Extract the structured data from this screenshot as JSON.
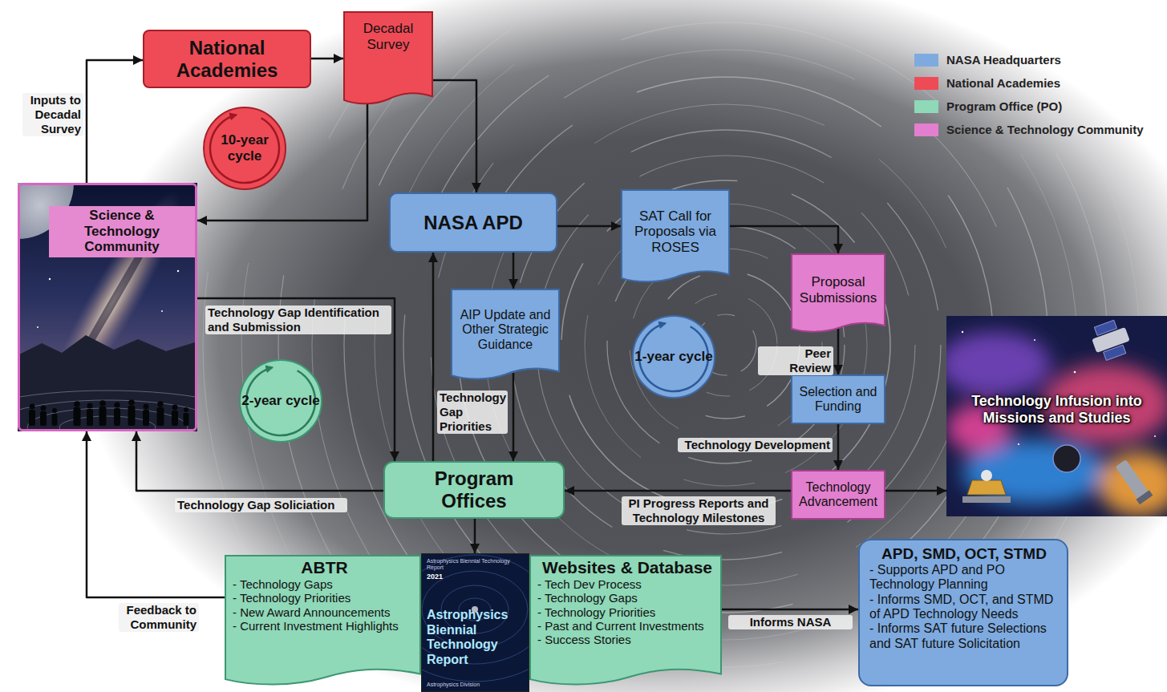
{
  "diagram": {
    "nodes": [
      {
        "text": [
          "National Academies"
        ]
      },
      {
        "text": [
          "Decadal Survey"
        ]
      },
      {
        "text": [
          "10-year cycle"
        ]
      },
      {
        "text": [
          "Science & Technology Community"
        ]
      },
      {
        "text": [
          "NASA APD"
        ]
      },
      {
        "text": [
          "SAT Call for Proposals via ROSES"
        ]
      },
      {
        "text": [
          "Proposal Submissions"
        ]
      },
      {
        "text": [
          "AIP Update and Other Strategic Guidance"
        ]
      },
      {
        "text": [
          "2-year cycle"
        ]
      },
      {
        "text": [
          "1-year cycle"
        ]
      },
      {
        "text": [
          "Selection and Funding"
        ]
      },
      {
        "text": [
          "Program Offices"
        ]
      },
      {
        "text": [
          "Technology Advancement"
        ]
      },
      {
        "text": [
          "Technology Infusion into Missions and Studies"
        ]
      },
      {
        "text": [
          "ABTR",
          "- Technology Gaps",
          "- Technology Priorities",
          "- New Award Announcements",
          "- Current Investment Highlights"
        ]
      },
      {
        "text": [
          "Astrophysics Biennial Technology Report",
          "2021",
          "Astrophysics Biennial Technology Report",
          "Astrophysics Division"
        ]
      },
      {
        "text": [
          "Websites & Database",
          "- Tech Dev Process",
          "- Technology Gaps",
          "- Technology Priorities",
          "- Past and Current Investments",
          "- Success Stories"
        ]
      },
      {
        "text": [
          "APD, SMD, OCT, STMD",
          "- Supports APD and PO Technology Planning",
          "- Informs SMD, OCT, and STMD of APD Technology Needs",
          "- Informs SAT future Selections and SAT future Solicitation"
        ]
      }
    ],
    "edges": [
      {
        "from": 3,
        "to": 0,
        "arrow": "to",
        "label": "Inputs to Decadal Survey"
      },
      {
        "from": 0,
        "to": 1,
        "arrow": "to"
      },
      {
        "from": 1,
        "to": 3,
        "arrow": "to"
      },
      {
        "from": 1,
        "to": 4,
        "arrow": "to"
      },
      {
        "from": 4,
        "to": 5,
        "arrow": "to"
      },
      {
        "from": 5,
        "to": 6,
        "arrow": "to"
      },
      {
        "from": 6,
        "to": 10,
        "arrow": "to",
        "label": "Peer Review"
      },
      {
        "from": 10,
        "to": 12,
        "arrow": "to",
        "label": "Technology Development"
      },
      {
        "from": 12,
        "to": 11,
        "arrow": "to",
        "label": "PI Progress Reports and Technology Milestones"
      },
      {
        "from": 12,
        "to": 13,
        "arrow": "to"
      },
      {
        "from": 4,
        "to": 7,
        "arrow": "to"
      },
      {
        "from": 7,
        "to": 11,
        "arrow": "to"
      },
      {
        "from": 11,
        "to": 4,
        "arrow": "to",
        "label": "Technology Gap Priorities"
      },
      {
        "from": 3,
        "to": 11,
        "arrow": "to",
        "label": "Technology Gap Identification and Submission"
      },
      {
        "from": 11,
        "to": 3,
        "arrow": "to",
        "label": "Technology Gap Soliciation"
      },
      {
        "from": 11,
        "to": 15,
        "arrow": "to"
      },
      {
        "from": 14,
        "to": 3,
        "arrow": "to",
        "label": "Feedback to Community"
      },
      {
        "from": 16,
        "to": 17,
        "arrow": "to",
        "label": "Informs NASA"
      }
    ],
    "legend": [
      {
        "text": "NASA Headquarters",
        "color": "#7eaadf"
      },
      {
        "text": "National Academies",
        "color": "#ee4b56"
      },
      {
        "text": "Program Office (PO)",
        "color": "#8fd8b8"
      },
      {
        "text": "Science & Technology Community",
        "color": "#e27fce"
      }
    ]
  }
}
